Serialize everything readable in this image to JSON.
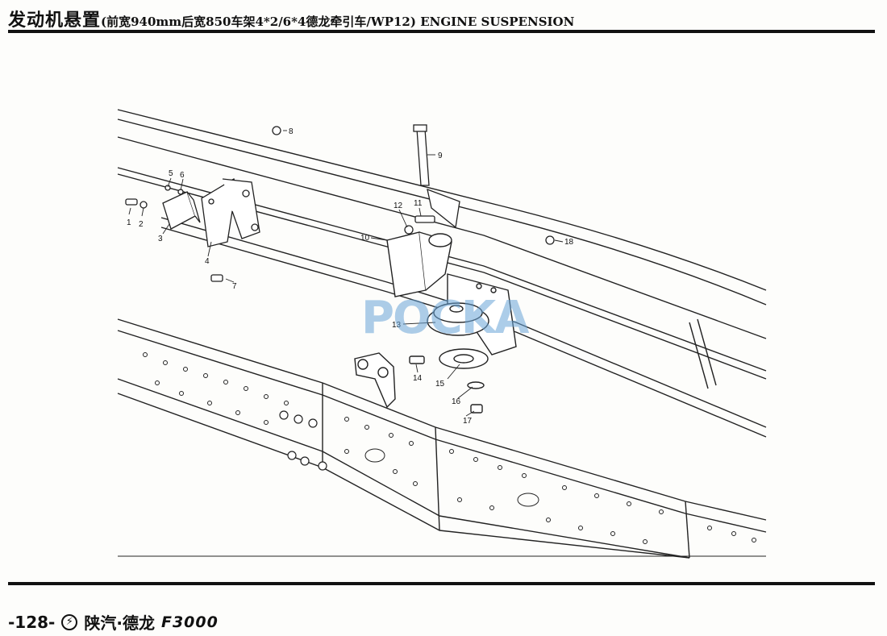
{
  "header": {
    "title_cn": "发动机悬置",
    "title_detail": "(前宽940mm后宽850车架4*2/6*4德龙牵引车/WP12) ENGINE SUSPENSION"
  },
  "diagram": {
    "watermark": "POCKA",
    "part_labels": [
      "1",
      "2",
      "3",
      "4",
      "5",
      "6",
      "7",
      "8",
      "9",
      "10",
      "11",
      "12",
      "13",
      "14",
      "15",
      "16",
      "17",
      "18"
    ]
  },
  "footer": {
    "page_number": "-128-",
    "brand_logo": "shacman-logo",
    "brand": "陕汽·德龙",
    "model": "F3000"
  }
}
